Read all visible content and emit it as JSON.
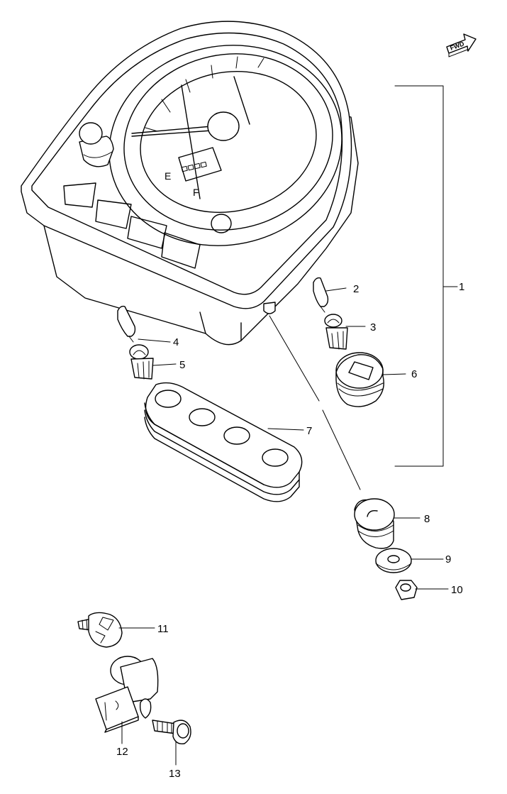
{
  "badge": {
    "text": "FWD"
  },
  "gauge": {
    "empty_mark": "E",
    "full_mark": "F"
  },
  "callouts": {
    "c1": "1",
    "c2": "2",
    "c3": "3",
    "c4": "4",
    "c5": "5",
    "c6": "6",
    "c7": "7",
    "c8": "8",
    "c9": "9",
    "c10": "10",
    "c11": "11",
    "c12": "12",
    "c13": "13"
  }
}
